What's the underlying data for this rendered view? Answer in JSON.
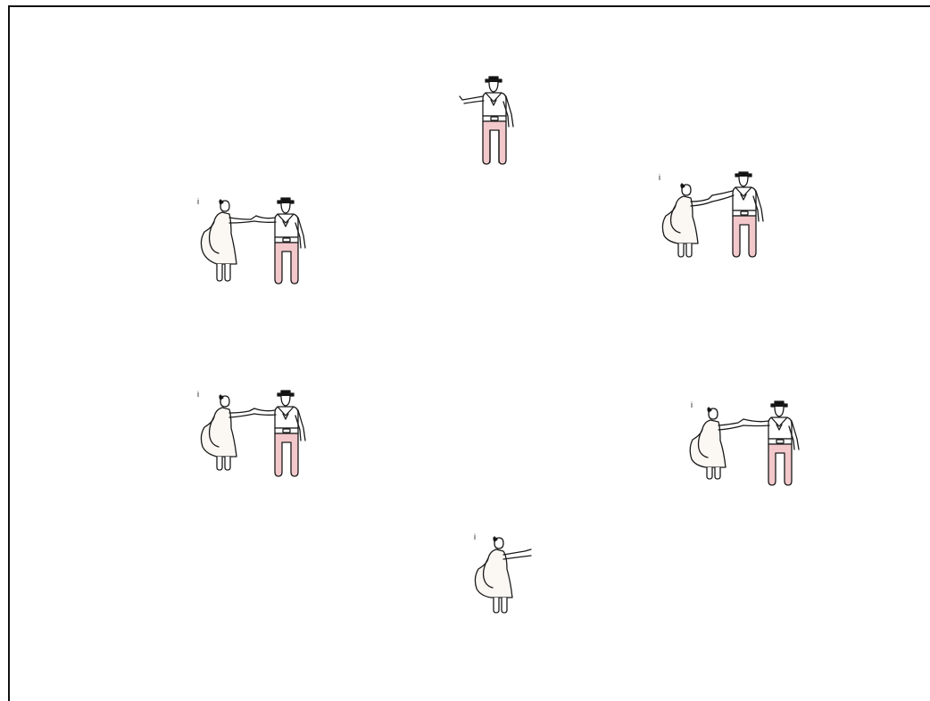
{
  "diagram": {
    "colors": {
      "outline": "#1a1a1a",
      "dress": "#fbf8f4",
      "trousers": "#f2c8cb",
      "hat": "#111111",
      "background": "#ffffff"
    },
    "marker": "i",
    "groups": [
      {
        "id": "man-top",
        "members": [
          "man"
        ]
      },
      {
        "id": "couple-upper-left",
        "members": [
          "woman",
          "man"
        ]
      },
      {
        "id": "couple-upper-right",
        "members": [
          "woman",
          "man"
        ]
      },
      {
        "id": "couple-lower-left",
        "members": [
          "woman",
          "man"
        ]
      },
      {
        "id": "couple-lower-right",
        "members": [
          "woman",
          "man"
        ]
      },
      {
        "id": "woman-bottom",
        "members": [
          "woman"
        ]
      }
    ]
  }
}
